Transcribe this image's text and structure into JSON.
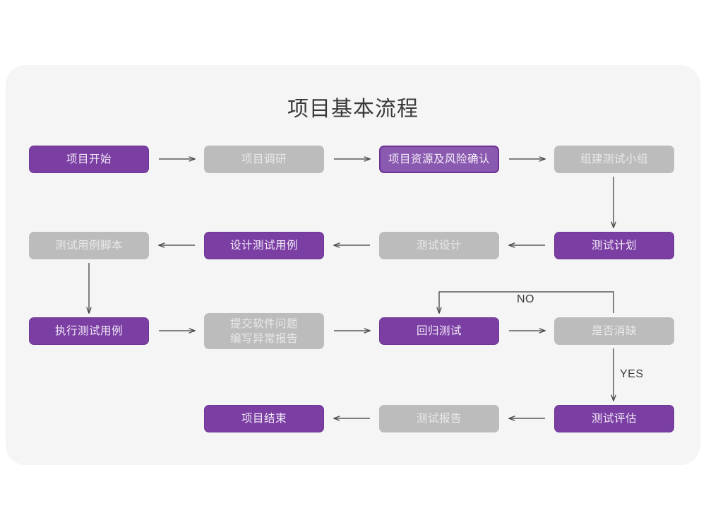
{
  "page": {
    "title": "项目基本流程",
    "background": "#ffffff",
    "card_background": "#f5f5f5"
  },
  "palette": {
    "purple": "#7b3fa3",
    "purple_light": "#8a5ab0",
    "purple_border": "#6d3193",
    "gray": "#bcbcbc",
    "gray_text": "#e9e9e9",
    "line": "#5a5a5a",
    "title_text": "#3a3a3a"
  },
  "flow": {
    "nodes": [
      {
        "id": "n1",
        "label": "项目开始",
        "style": "purple",
        "row": 1,
        "col": 1
      },
      {
        "id": "n2",
        "label": "项目调研",
        "style": "gray",
        "row": 1,
        "col": 2
      },
      {
        "id": "n3",
        "label": "项目资源及风险确认",
        "style": "purple-outline",
        "row": 1,
        "col": 3
      },
      {
        "id": "n4",
        "label": "组建测试小组",
        "style": "gray",
        "row": 1,
        "col": 4
      },
      {
        "id": "n5",
        "label": "测试用例脚本",
        "style": "gray",
        "row": 2,
        "col": 1
      },
      {
        "id": "n6",
        "label": "设计测试用例",
        "style": "purple",
        "row": 2,
        "col": 2
      },
      {
        "id": "n7",
        "label": "测试设计",
        "style": "gray",
        "row": 2,
        "col": 3
      },
      {
        "id": "n8",
        "label": "测试计划",
        "style": "purple",
        "row": 2,
        "col": 4
      },
      {
        "id": "n9",
        "label": "执行测试用例",
        "style": "purple",
        "row": 3,
        "col": 1
      },
      {
        "id": "n10",
        "label": "提交软件问题\n编写异常报告",
        "style": "gray",
        "row": 3,
        "col": 2
      },
      {
        "id": "n11",
        "label": "回归测试",
        "style": "purple",
        "row": 3,
        "col": 3
      },
      {
        "id": "n12",
        "label": "是否消缺",
        "style": "gray",
        "row": 3,
        "col": 4
      },
      {
        "id": "n13",
        "label": "项目结束",
        "style": "purple",
        "row": 4,
        "col": 2
      },
      {
        "id": "n14",
        "label": "测试报告",
        "style": "gray",
        "row": 4,
        "col": 3
      },
      {
        "id": "n15",
        "label": "测试评估",
        "style": "purple",
        "row": 4,
        "col": 4
      }
    ],
    "edge_labels": {
      "no": "NO",
      "yes": "YES"
    },
    "edges": [
      {
        "from": "n1",
        "to": "n2",
        "dir": "right"
      },
      {
        "from": "n2",
        "to": "n3",
        "dir": "right"
      },
      {
        "from": "n3",
        "to": "n4",
        "dir": "right"
      },
      {
        "from": "n4",
        "to": "n8",
        "dir": "down"
      },
      {
        "from": "n8",
        "to": "n7",
        "dir": "left"
      },
      {
        "from": "n7",
        "to": "n6",
        "dir": "left"
      },
      {
        "from": "n6",
        "to": "n5",
        "dir": "left"
      },
      {
        "from": "n5",
        "to": "n9",
        "dir": "down"
      },
      {
        "from": "n9",
        "to": "n10",
        "dir": "right"
      },
      {
        "from": "n10",
        "to": "n11",
        "dir": "right"
      },
      {
        "from": "n11",
        "to": "n12",
        "dir": "right"
      },
      {
        "from": "n12",
        "to": "n11",
        "dir": "loop-up",
        "label": "NO"
      },
      {
        "from": "n12",
        "to": "n15",
        "dir": "down",
        "label": "YES"
      },
      {
        "from": "n15",
        "to": "n14",
        "dir": "left"
      },
      {
        "from": "n14",
        "to": "n13",
        "dir": "left"
      }
    ]
  }
}
